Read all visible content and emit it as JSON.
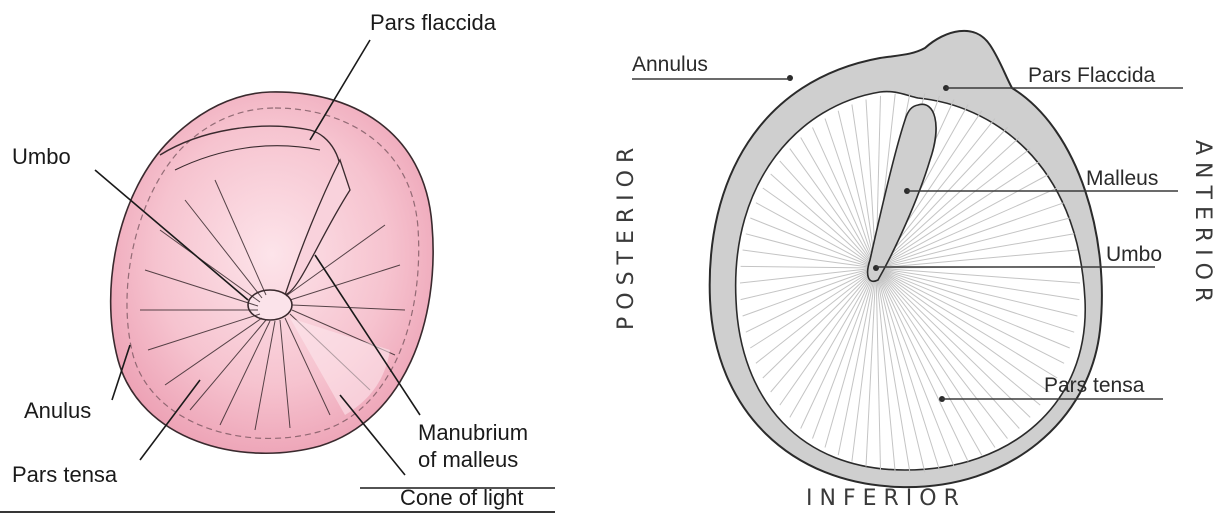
{
  "left_diagram": {
    "labels": {
      "pars_flaccida": "Pars flaccida",
      "umbo": "Umbo",
      "anulus": "Anulus",
      "pars_tensa": "Pars tensa",
      "manubrium_line1": "Manubrium",
      "manubrium_line2": "of malleus",
      "cone_of_light": "Cone of light"
    },
    "colors": {
      "membrane": "#f2b3c4",
      "membrane_light": "#fbd9e2",
      "outline": "#3a2a2e"
    }
  },
  "right_diagram": {
    "labels": {
      "annulus": "Annulus",
      "pars_flaccida": "Pars Flaccida",
      "malleus": "Malleus",
      "umbo": "Umbo",
      "pars_tensa": "Pars tensa"
    },
    "orientation": {
      "posterior": "POSTERIOR",
      "anterior": "ANTERIOR",
      "inferior": "INFERIOR"
    },
    "colors": {
      "ring": "#cfcfcf",
      "ring_outline": "#2b2b2b",
      "spokes": "#c4c4c4"
    }
  }
}
